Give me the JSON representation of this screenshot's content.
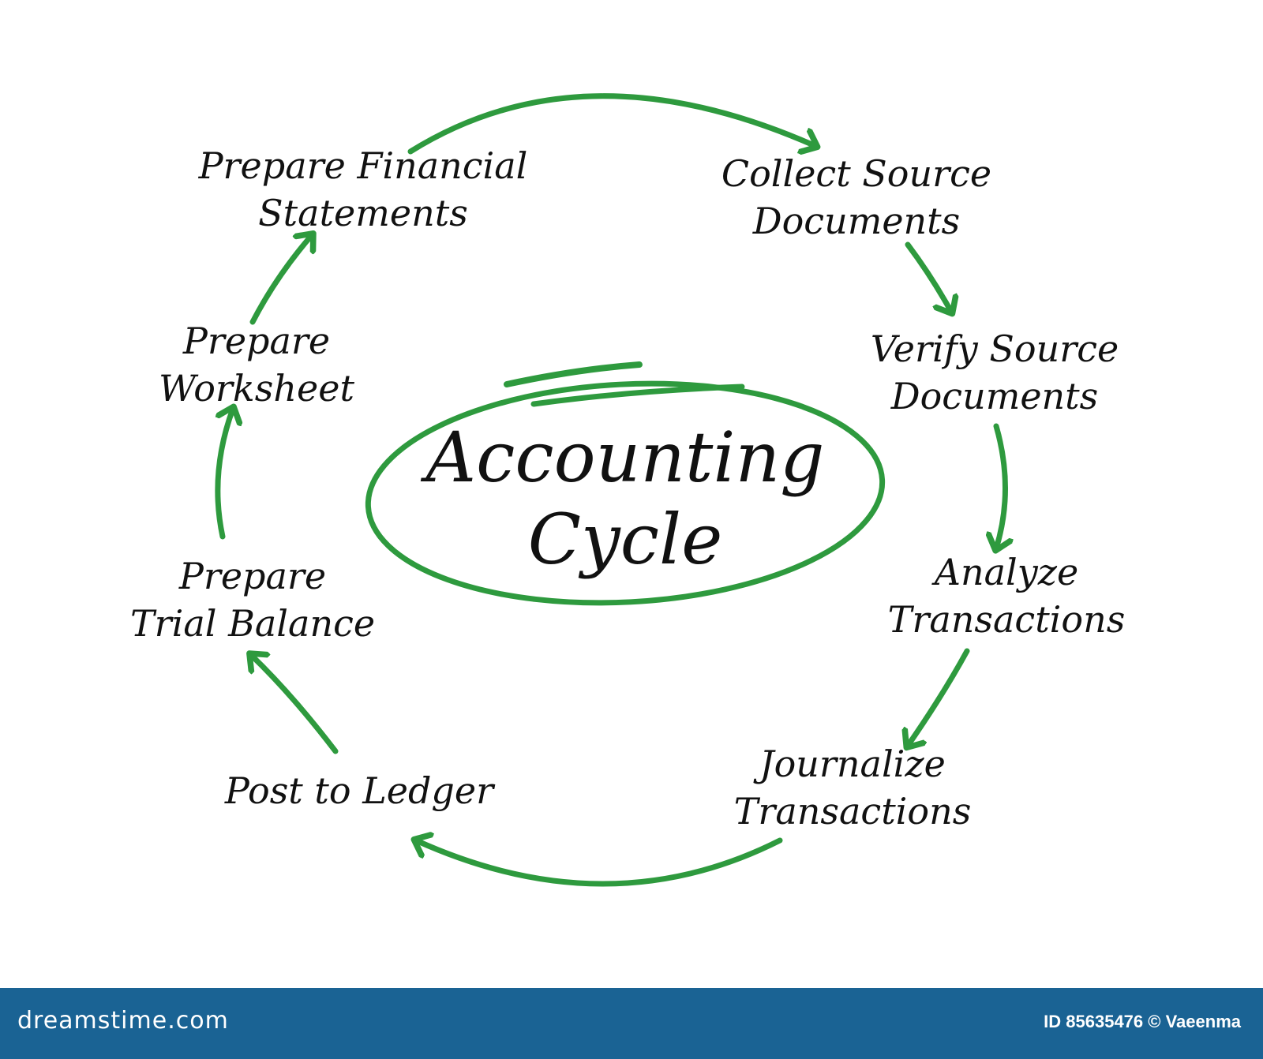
{
  "diagram": {
    "title_lines": [
      "Accounting",
      "Cycle"
    ],
    "steps": [
      {
        "id": "collect",
        "lines": [
          "Collect  Source",
          "Documents"
        ]
      },
      {
        "id": "verify",
        "lines": [
          "Verify Source",
          "Documents"
        ]
      },
      {
        "id": "analyze",
        "lines": [
          "Analyze",
          "Transactions"
        ]
      },
      {
        "id": "journalize",
        "lines": [
          "Journalize",
          "Transactions"
        ]
      },
      {
        "id": "post",
        "lines": [
          "Post to Ledger"
        ]
      },
      {
        "id": "trial",
        "lines": [
          "Prepare",
          "Trial Balance"
        ]
      },
      {
        "id": "worksheet",
        "lines": [
          "Prepare",
          "Worksheet"
        ]
      },
      {
        "id": "financial",
        "lines": [
          "Prepare Financial",
          "Statements"
        ]
      }
    ],
    "colors": {
      "arrow": "#2e9a3e",
      "text": "#111111",
      "footer": "#1a6394"
    }
  },
  "footer": {
    "site": "dreamstime.com",
    "credit": "ID 85635476 © Vaeenma"
  }
}
